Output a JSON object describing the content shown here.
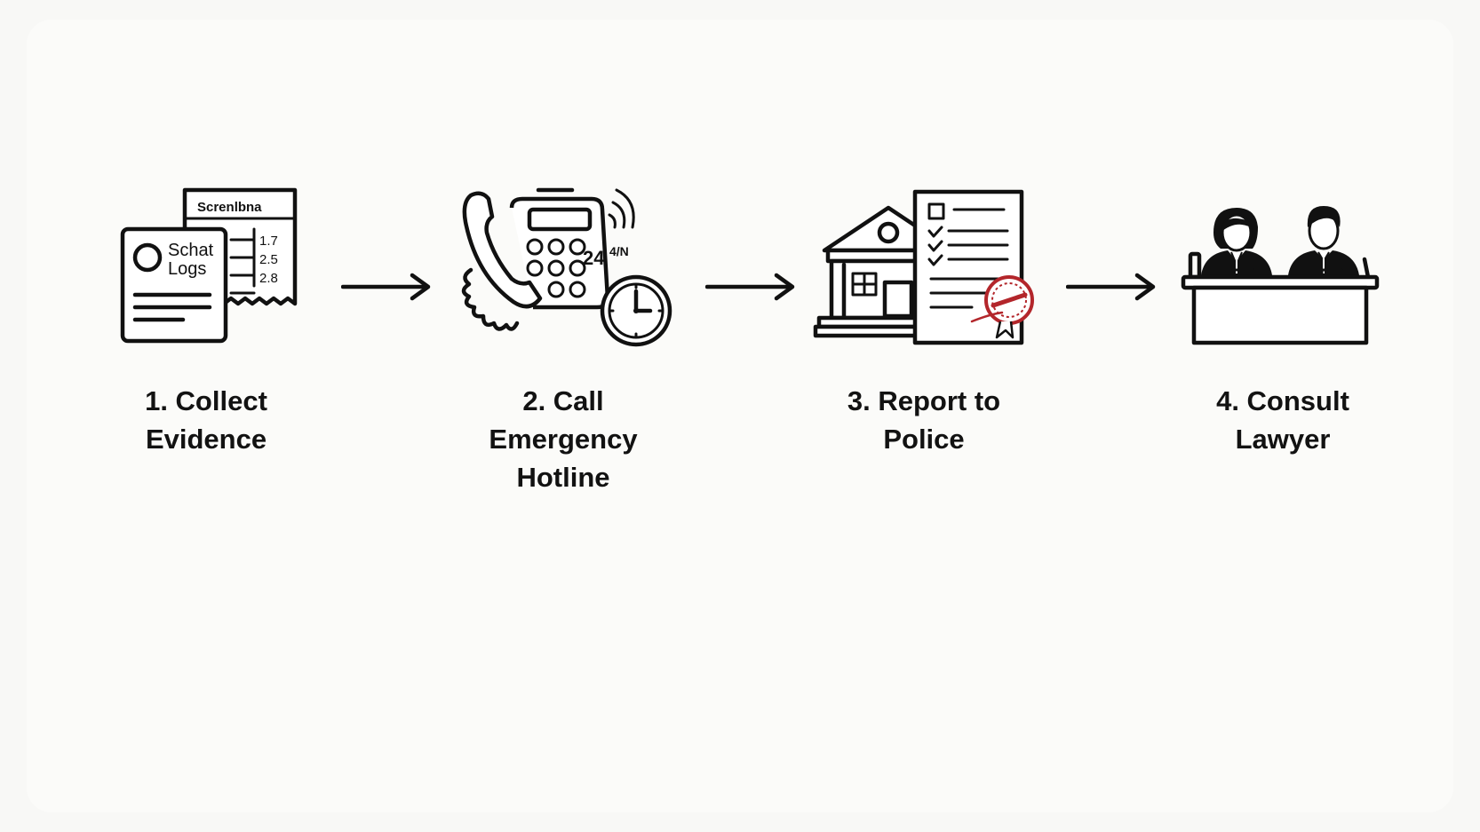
{
  "colors": {
    "background": "#f8f8f6",
    "ink": "#111111",
    "stamp": "#b3262b"
  },
  "steps": [
    {
      "label": "1. Collect\nEvidence",
      "icon": "chat-log-documents-icon",
      "icon_text": {
        "document_title": "Screnlbna",
        "chat_line_1": "Schat",
        "chat_line_2": "Logs",
        "values": [
          "1.7",
          "2.5",
          "2.8"
        ]
      }
    },
    {
      "label": "2. Call\nEmergency\nHotline",
      "icon": "emergency-phone-clock-icon",
      "icon_text": {
        "hours": "24",
        "hours_suffix": "4/N"
      }
    },
    {
      "label": "3. Report to\nPolice",
      "icon": "police-station-report-icon"
    },
    {
      "label": "4. Consult\nLawyer",
      "icon": "lawyer-consultation-icon"
    }
  ],
  "arrows": [
    "arrow-right-icon",
    "arrow-right-icon",
    "arrow-right-icon"
  ]
}
